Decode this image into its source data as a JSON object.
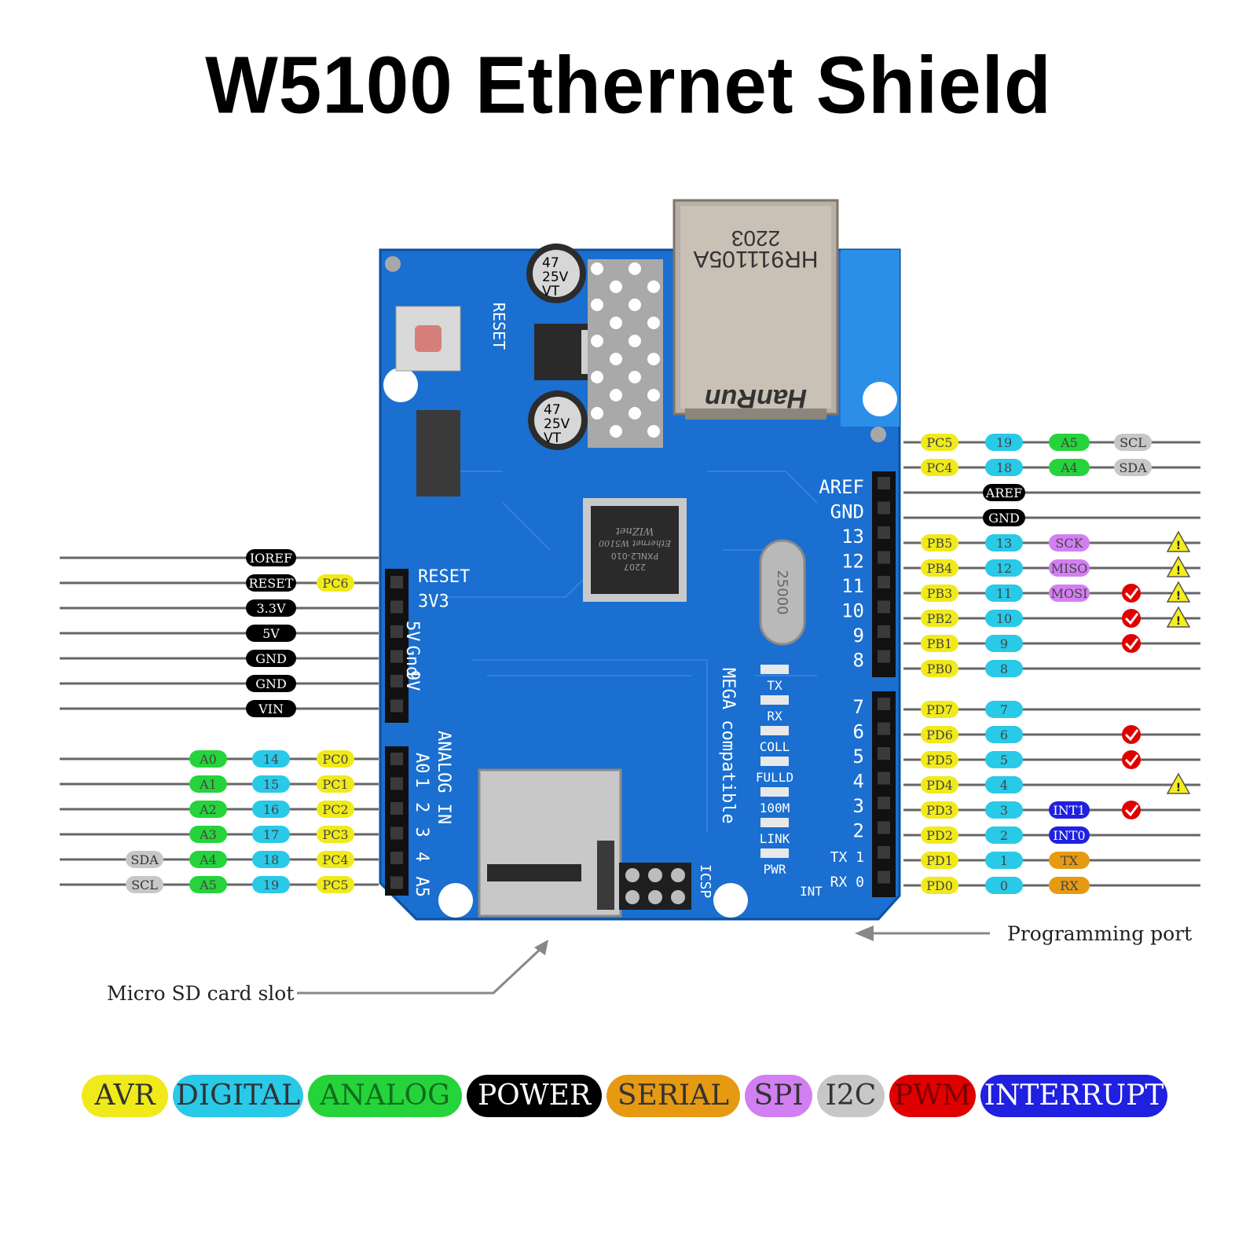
{
  "title": "W5100 Ethernet Shield",
  "colors": {
    "AVR": "#f0ea1a",
    "DIGITAL": "#29c9e8",
    "ANALOG": "#25d43a",
    "POWER": "#000000",
    "SERIAL": "#e69a12",
    "SPI": "#d27ff2",
    "I2C": "#c7c7c7",
    "PWM": "#e00000",
    "INTERRUPT": "#2020e0",
    "board": "#1a6fd0",
    "board_dark": "#0d4f9c"
  },
  "board": {
    "rj45": [
      "HanRun",
      "HR911105A",
      "2203"
    ],
    "capacitor_top": [
      "47",
      "25V",
      "VT"
    ],
    "capacitor_bottom": [
      "47",
      "25V",
      "VT"
    ],
    "chip_text": [
      "WIZnet",
      "Ethernet W5100",
      "PXNL2-010",
      "2207"
    ],
    "crystal": "25000",
    "reset_label": "RESET",
    "left_header_labels": [
      "RESET",
      "3V3",
      "5V",
      "Gnd",
      "9V"
    ],
    "analog_label": "ANALOG IN",
    "analog_numbers": [
      "A0",
      "1",
      "2",
      "3",
      "4",
      "A5"
    ],
    "right_header_top": [
      "AREF",
      "GND",
      "13",
      "12",
      "11",
      "10",
      "9",
      "8"
    ],
    "right_header_bottom": [
      "7",
      "6",
      "5",
      "4",
      "3",
      "2",
      "TX 1",
      "RX 0"
    ],
    "leds": [
      "TX",
      "RX",
      "COLL",
      "FULLD",
      "100M",
      "LINK",
      "PWR"
    ],
    "mega_text": "MEGA compatible",
    "icsp": "ICSP",
    "int": "INT"
  },
  "left_pins": [
    {
      "labels": [
        {
          "t": "IOREF",
          "c": "POWER"
        }
      ]
    },
    {
      "labels": [
        {
          "t": "RESET",
          "c": "POWER"
        },
        {
          "t": "PC6",
          "c": "AVR"
        }
      ]
    },
    {
      "labels": [
        {
          "t": "3.3V",
          "c": "POWER"
        }
      ]
    },
    {
      "labels": [
        {
          "t": "5V",
          "c": "POWER"
        }
      ]
    },
    {
      "labels": [
        {
          "t": "GND",
          "c": "POWER"
        }
      ]
    },
    {
      "labels": [
        {
          "t": "GND",
          "c": "POWER"
        }
      ]
    },
    {
      "labels": [
        {
          "t": "VIN",
          "c": "POWER"
        }
      ]
    },
    {
      "labels": [
        {
          "t": "A0",
          "c": "ANALOG"
        },
        {
          "t": "14",
          "c": "DIGITAL"
        },
        {
          "t": "PC0",
          "c": "AVR"
        }
      ]
    },
    {
      "labels": [
        {
          "t": "A1",
          "c": "ANALOG"
        },
        {
          "t": "15",
          "c": "DIGITAL"
        },
        {
          "t": "PC1",
          "c": "AVR"
        }
      ]
    },
    {
      "labels": [
        {
          "t": "A2",
          "c": "ANALOG"
        },
        {
          "t": "16",
          "c": "DIGITAL"
        },
        {
          "t": "PC2",
          "c": "AVR"
        }
      ]
    },
    {
      "labels": [
        {
          "t": "A3",
          "c": "ANALOG"
        },
        {
          "t": "17",
          "c": "DIGITAL"
        },
        {
          "t": "PC3",
          "c": "AVR"
        }
      ]
    },
    {
      "labels": [
        {
          "t": "SDA",
          "c": "I2C"
        },
        {
          "t": "A4",
          "c": "ANALOG"
        },
        {
          "t": "18",
          "c": "DIGITAL"
        },
        {
          "t": "PC4",
          "c": "AVR"
        }
      ]
    },
    {
      "labels": [
        {
          "t": "SCL",
          "c": "I2C"
        },
        {
          "t": "A5",
          "c": "ANALOG"
        },
        {
          "t": "19",
          "c": "DIGITAL"
        },
        {
          "t": "PC5",
          "c": "AVR"
        }
      ]
    }
  ],
  "right_pins": [
    {
      "avr": "PC5",
      "dig": "19",
      "extra": {
        "t": "A5",
        "c": "ANALOG"
      },
      "i2c": "SCL",
      "pwm": false,
      "warn": false
    },
    {
      "avr": "PC4",
      "dig": "18",
      "extra": {
        "t": "A4",
        "c": "ANALOG"
      },
      "i2c": "SDA",
      "pwm": false,
      "warn": false
    },
    {
      "power": "AREF"
    },
    {
      "power": "GND"
    },
    {
      "avr": "PB5",
      "dig": "13",
      "extra": {
        "t": "SCK",
        "c": "SPI"
      },
      "pwm": false,
      "warn": true
    },
    {
      "avr": "PB4",
      "dig": "12",
      "extra": {
        "t": "MISO",
        "c": "SPI"
      },
      "pwm": false,
      "warn": true
    },
    {
      "avr": "PB3",
      "dig": "11",
      "extra": {
        "t": "MOSI",
        "c": "SPI"
      },
      "pwm": true,
      "warn": true
    },
    {
      "avr": "PB2",
      "dig": "10",
      "pwm": true,
      "warn": true
    },
    {
      "avr": "PB1",
      "dig": "9",
      "pwm": true,
      "warn": false
    },
    {
      "avr": "PB0",
      "dig": "8",
      "pwm": false,
      "warn": false
    },
    {
      "avr": "PD7",
      "dig": "7",
      "pwm": false,
      "warn": false
    },
    {
      "avr": "PD6",
      "dig": "6",
      "pwm": true,
      "warn": false
    },
    {
      "avr": "PD5",
      "dig": "5",
      "pwm": true,
      "warn": false
    },
    {
      "avr": "PD4",
      "dig": "4",
      "pwm": false,
      "warn": true
    },
    {
      "avr": "PD3",
      "dig": "3",
      "extra": {
        "t": "INT1",
        "c": "INTERRUPT"
      },
      "pwm": true,
      "warn": false
    },
    {
      "avr": "PD2",
      "dig": "2",
      "extra": {
        "t": "INT0",
        "c": "INTERRUPT"
      },
      "pwm": false,
      "warn": false
    },
    {
      "avr": "PD1",
      "dig": "1",
      "extra": {
        "t": "TX",
        "c": "SERIAL"
      },
      "pwm": false,
      "warn": false
    },
    {
      "avr": "PD0",
      "dig": "0",
      "extra": {
        "t": "RX",
        "c": "SERIAL"
      },
      "pwm": false,
      "warn": false
    }
  ],
  "annotations": {
    "programming_port": "Programming port",
    "micro_sd": "Micro SD card slot"
  },
  "legend": [
    {
      "label": "AVR",
      "c": "AVR"
    },
    {
      "label": "DIGITAL",
      "c": "DIGITAL"
    },
    {
      "label": "ANALOG",
      "c": "ANALOG"
    },
    {
      "label": "POWER",
      "c": "POWER"
    },
    {
      "label": "SERIAL",
      "c": "SERIAL"
    },
    {
      "label": "SPI",
      "c": "SPI"
    },
    {
      "label": "I2C",
      "c": "I2C"
    },
    {
      "label": "PWM",
      "c": "PWM"
    },
    {
      "label": "INTERRUPT",
      "c": "INTERRUPT"
    }
  ]
}
